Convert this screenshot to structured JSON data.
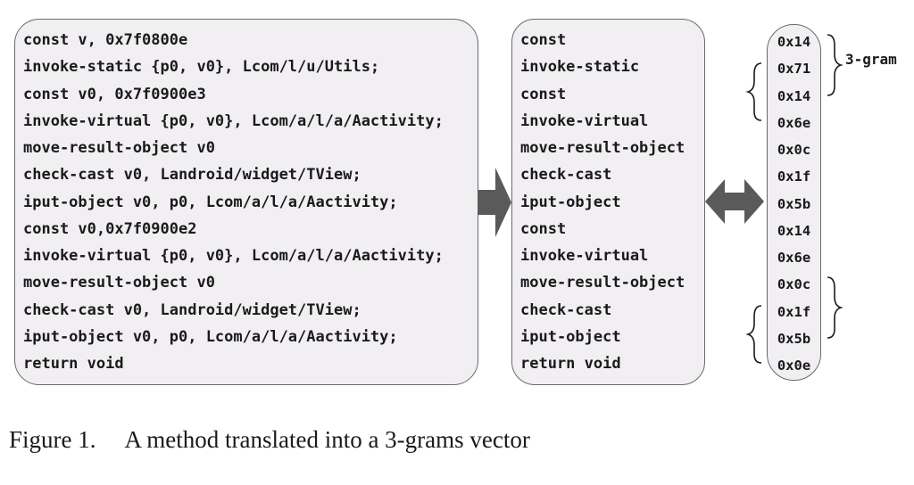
{
  "code_lines": [
    "const v, 0x7f0800e",
    "invoke-static {p0, v0}, Lcom/l/u/Utils;",
    "const v0, 0x7f0900e3",
    "invoke-virtual {p0, v0}, Lcom/a/l/a/Aactivity;",
    "move-result-object v0",
    "check-cast v0, Landroid/widget/TView;",
    "iput-object v0, p0, Lcom/a/l/a/Aactivity;",
    "const v0,0x7f0900e2",
    "invoke-virtual {p0, v0}, Lcom/a/l/a/Aactivity;",
    "move-result-object v0",
    "check-cast v0, Landroid/widget/TView;",
    "iput-object v0, p0, Lcom/a/l/a/Aactivity;",
    "return void"
  ],
  "opcode_lines": [
    "const",
    "invoke-static",
    "const",
    "invoke-virtual",
    "move-result-object",
    "check-cast",
    "iput-object",
    "const",
    "invoke-virtual",
    "move-result-object",
    "check-cast",
    "iput-object",
    "return void"
  ],
  "hex_lines": [
    "0x14",
    "0x71",
    "0x14",
    "0x6e",
    "0x0c",
    "0x1f",
    "0x5b",
    "0x14",
    "0x6e",
    "0x0c",
    "0x1f",
    "0x5b",
    "0x0e"
  ],
  "bracket_label": "3-gram",
  "caption": {
    "number": "Figure 1.",
    "text": "A method translated into a 3-grams vector"
  },
  "colors": {
    "panel_fill": "#f1eff2",
    "panel_border": "#6a6a6a",
    "arrow": "#5a5a5a",
    "text": "#1a1a1a"
  },
  "icons": [
    "right-arrow-icon",
    "double-arrow-icon",
    "curly-brace-icon"
  ]
}
